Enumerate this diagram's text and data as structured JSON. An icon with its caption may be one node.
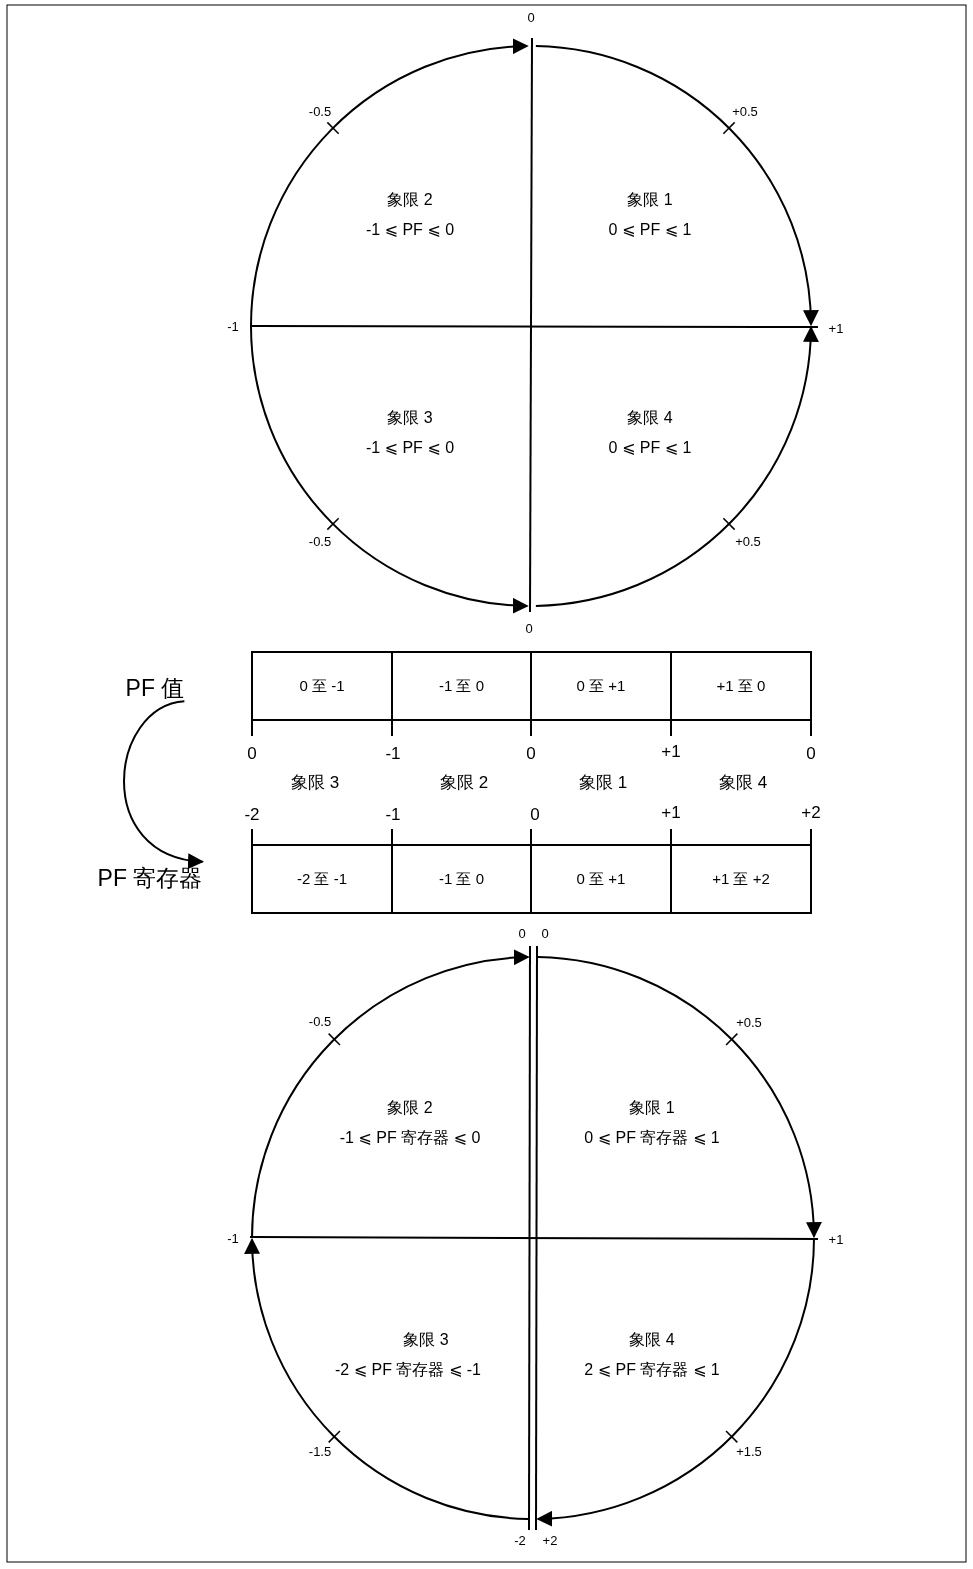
{
  "diagram": {
    "nodes": [
      {
        "text": [
          "PF 值"
        ]
      },
      {
        "text": [
          "PF 寄存器"
        ]
      }
    ],
    "edges": [
      {
        "from": 0,
        "to": 1,
        "arrow": "to"
      }
    ],
    "labels": [
      "0",
      "-0.5",
      "+0.5",
      "象限 2",
      "-1 ⩽ PF ⩽ 0",
      "象限 1",
      "0 ⩽ PF ⩽ 1",
      "-1",
      "+1",
      "象限 3",
      "-1 ⩽ PF ⩽ 0",
      "象限 4",
      "0 ⩽ PF ⩽ 1",
      "-0.5",
      "+0.5",
      "0",
      "0 至 -1",
      "-1 至 0",
      "0 至 +1",
      "+1 至 0",
      "0",
      "-1",
      "0",
      "+1",
      "0",
      "象限 3",
      "象限 2",
      "象限 1",
      "象限 4",
      "-2",
      "-1",
      "0",
      "+1",
      "+2",
      "-2 至 -1",
      "-1 至 0",
      "0 至 +1",
      "+1 至 +2",
      "0",
      "0",
      "-0.5",
      "+0.5",
      "象限 2",
      "-1 ⩽ PF 寄存器 ⩽ 0",
      "象限 1",
      "0 ⩽ PF 寄存器 ⩽ 1",
      "-1",
      "+1",
      "象限 3",
      "-2 ⩽ PF 寄存器 ⩽ -1",
      "象限 4",
      "2 ⩽ PF 寄存器 ⩽ 1",
      "-1.5",
      "+1.5",
      "-2",
      "+2"
    ]
  }
}
